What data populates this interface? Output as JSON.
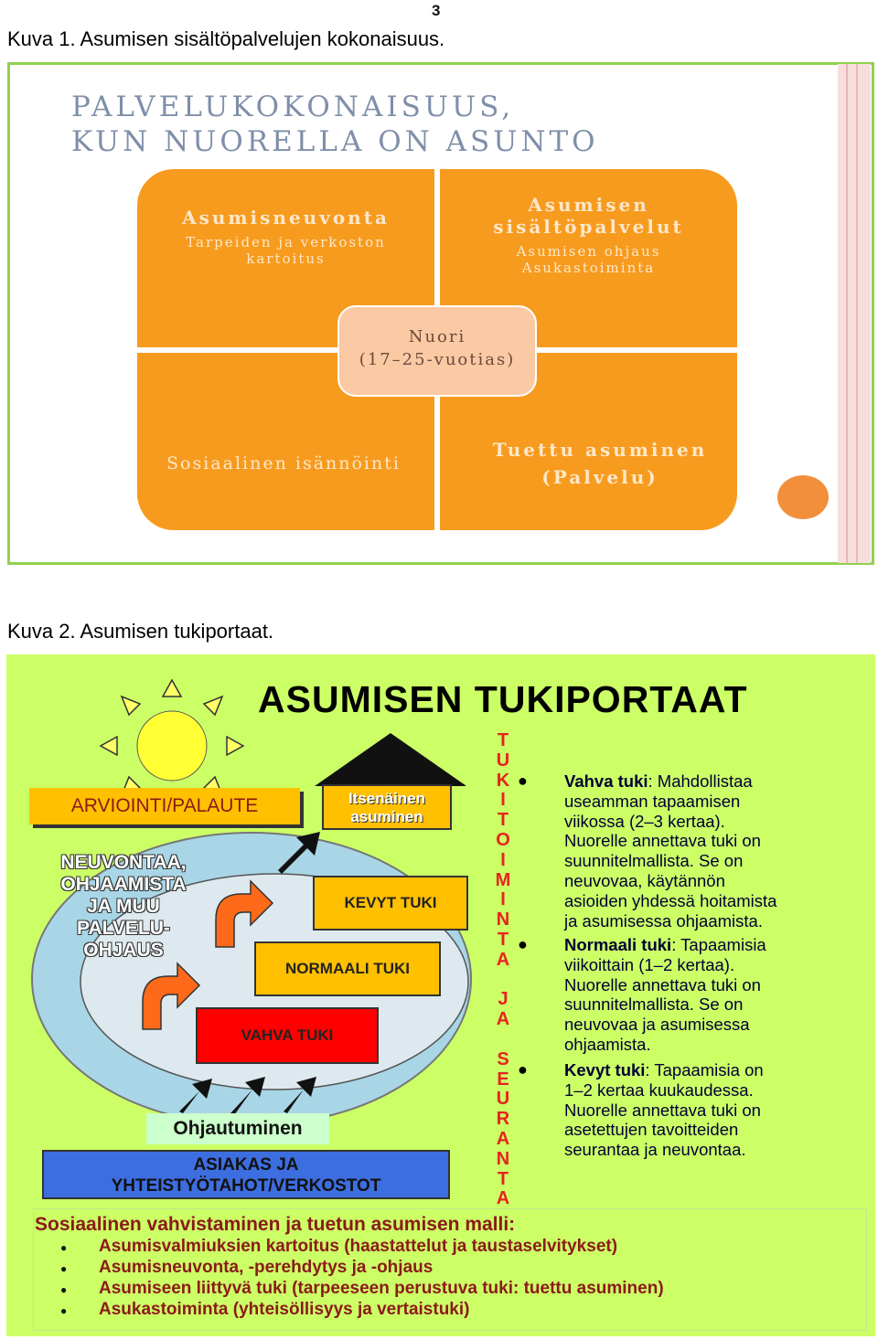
{
  "page_number": "3",
  "figure1": {
    "caption": "Kuva 1. Asumisen sisältöpalvelujen kokonaisuus.",
    "title_line1": "PALVELUKOKONAISUUS,",
    "title_line2": "KUN NUORELLA ON ASUNTO",
    "top_left": {
      "heading": "Asumisneuvonta",
      "sub1": "Tarpeiden ja verkoston",
      "sub2": "kartoitus"
    },
    "top_right": {
      "heading1": "Asumisen",
      "heading2": "sisältöpalvelut",
      "sub1": "Asumisen ohjaus",
      "sub2": "Asukastoiminta"
    },
    "center": {
      "line1": "Nuori",
      "line2": "(17–25-vuotias)"
    },
    "bottom_left": {
      "heading": "Sosiaalinen isännöinti"
    },
    "bottom_right": {
      "heading1": "Tuettu asuminen",
      "heading2": "(Palvelu)"
    },
    "colors": {
      "quadrant": "#f79b1e",
      "center": "#fbc9a4",
      "border": "#8fd14f"
    }
  },
  "figure2": {
    "caption": "Kuva 2. Asumisen tukiportaat.",
    "title": "ASUMISEN TUKIPORTAAT",
    "arviointi": "ARVIOINTI/PALAUTE",
    "neuvonta": [
      "NEUVONTAA,",
      "OHJAAMISTA",
      "JA MUU",
      "PALVELU-",
      "OHJAUS"
    ],
    "steps": {
      "itsenainen1": "Itsenäinen",
      "itsenainen2": "asuminen",
      "kevyt": "KEVYT TUKI",
      "normaali": "NORMAALI TUKI",
      "vahva": "VAHVA TUKI"
    },
    "ohjautuminen": "Ohjautuminen",
    "asiakas1": "ASIAKAS JA",
    "asiakas2": "YHTEISTYÖTAHOT/VERKOSTOT",
    "vertical_letters": [
      "T",
      "U",
      "K",
      "I",
      "T",
      "O",
      "I",
      "M",
      "I",
      "N",
      "T",
      "A",
      "",
      "J",
      "A",
      "",
      "S",
      "E",
      "U",
      "R",
      "A",
      "N",
      "T",
      "A"
    ],
    "support_levels": [
      {
        "label": "Vahva tuki",
        "lines": [
          ": Mahdollistaa",
          "useamman tapaamisen",
          "viikossa (2–3 kertaa).",
          "Nuorelle annettava tuki on",
          "suunnitelmallista. Se on",
          "neuvovaa, käytännön",
          "asioiden yhdessä hoitamista",
          "ja asumisessa ohjaamista."
        ]
      },
      {
        "label": "Normaali tuki",
        "lines": [
          ": Tapaamisia",
          "viikoittain (1–2 kertaa).",
          "Nuorelle annettava tuki on",
          "suunnitelmallista. Se on",
          "neuvovaa ja asumisessa",
          "ohjaamista."
        ]
      },
      {
        "label": "Kevyt tuki",
        "lines": [
          ": Tapaamisia on",
          "1–2 kertaa kuukaudessa.",
          "Nuorelle annettava tuki on",
          "asetettujen tavoitteiden",
          "seurantaa ja neuvontaa."
        ]
      }
    ],
    "model_title": "Sosiaalinen vahvistaminen ja tuetun asumisen malli:",
    "model_items": [
      "Asumisvalmiuksien kartoitus (haastattelut ja taustaselvitykset)",
      "Asumisneuvonta, -perehdytys ja -ohjaus",
      "Asumiseen liittyvä tuki (tarpeeseen perustuva tuki: tuettu asuminen)",
      "Asukastoiminta (yhteisöllisyys ja vertaistuki)"
    ],
    "colors": {
      "background": "#ccff66",
      "label_box": "#ffc000",
      "blue_box": "#3d6ee0",
      "letters": "#e8231d",
      "arrow": "#ff6a1a"
    }
  }
}
